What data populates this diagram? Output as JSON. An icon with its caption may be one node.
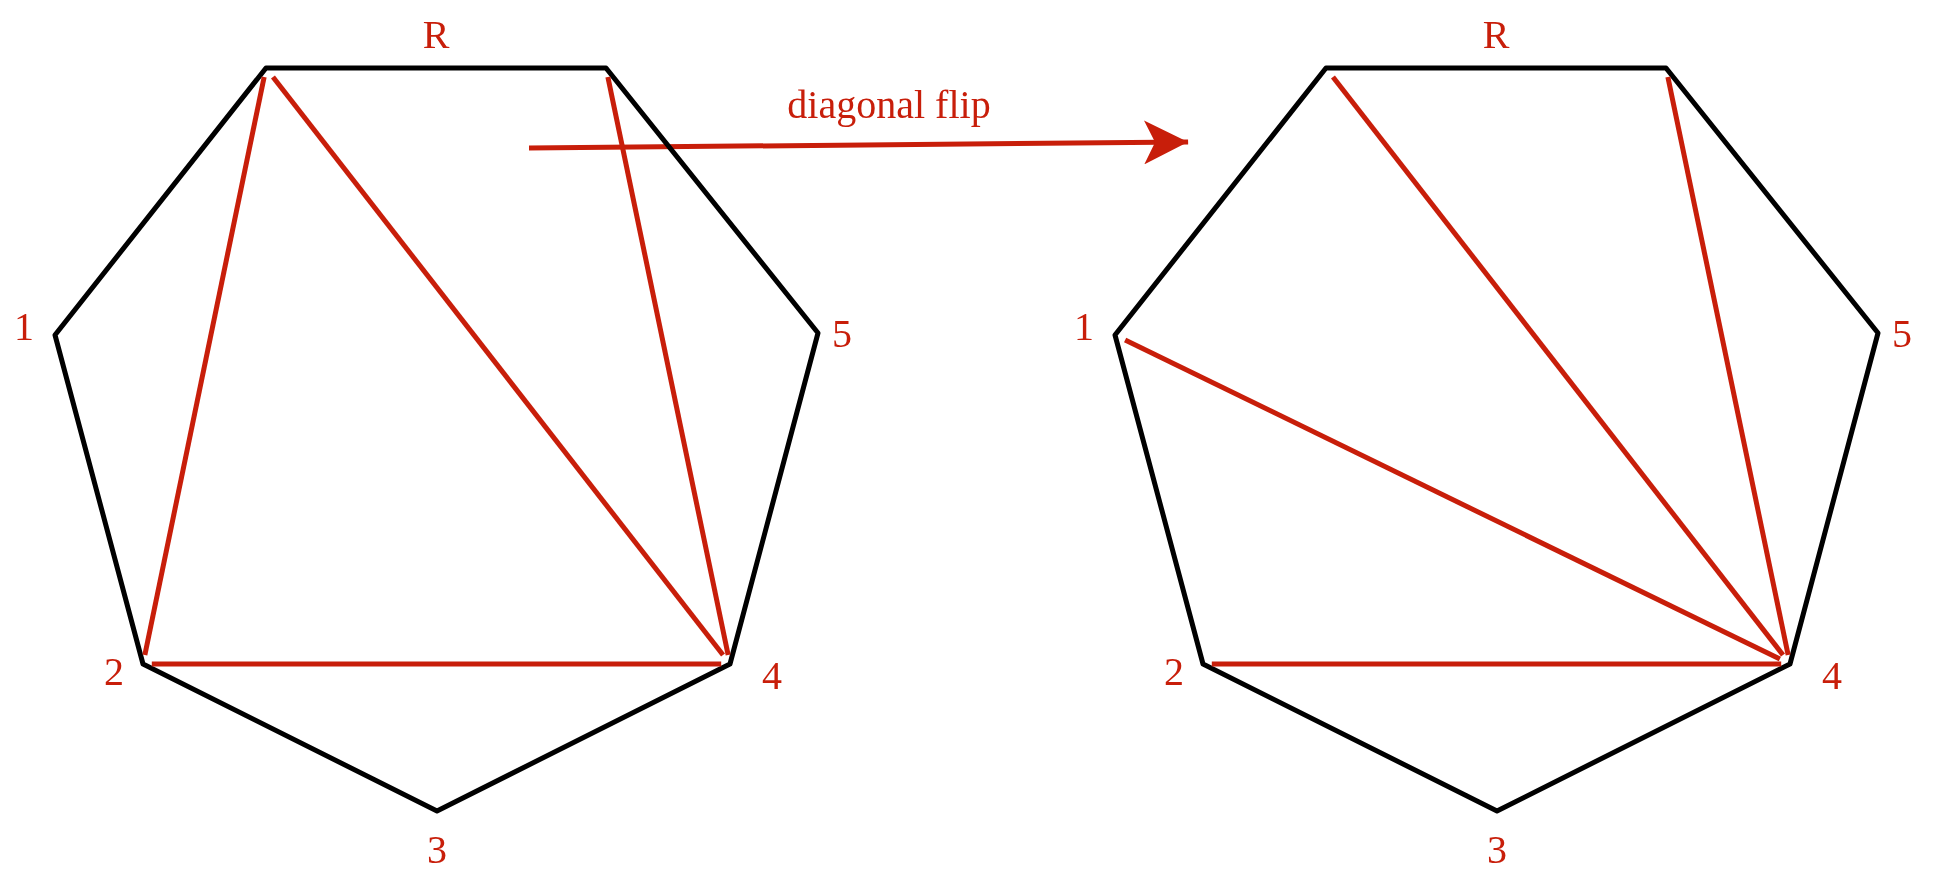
{
  "diagram": {
    "nodes": [
      {
        "text": [],
        "shape": "heptagon",
        "beside": [
          "R",
          "1",
          "5",
          "2",
          "4",
          "3"
        ]
      },
      {
        "text": [],
        "shape": "heptagon",
        "beside": [
          "R",
          "1",
          "5",
          "2",
          "4",
          "3"
        ]
      }
    ],
    "edges": [
      {
        "from": 0,
        "to": 1,
        "arrow": "to",
        "label": "diagonal flip"
      }
    ]
  }
}
